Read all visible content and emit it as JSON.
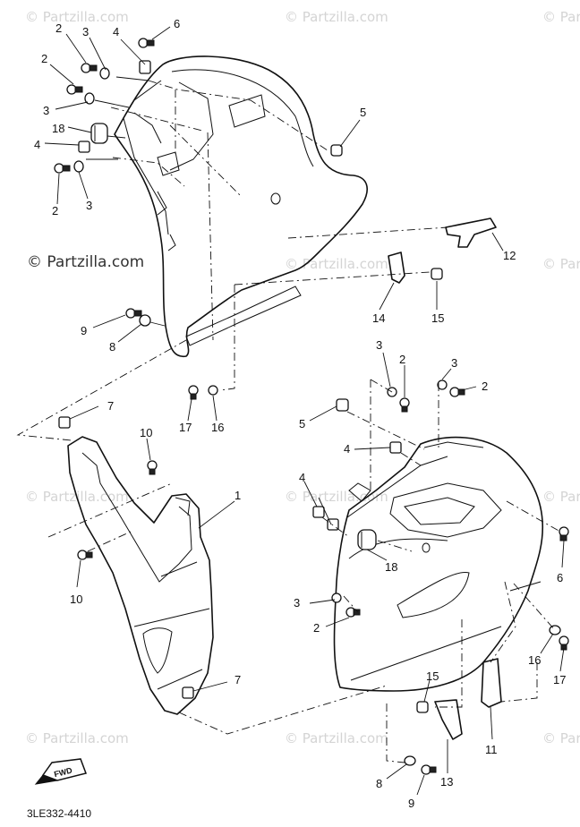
{
  "watermark": {
    "short": "© Partzilla.com",
    "big": "© Partzilla.com"
  },
  "callouts": {
    "c6a": "6",
    "c2a": "2",
    "c3a": "3",
    "c4a": "4",
    "c2b": "2",
    "c3b": "3",
    "c18a": "18",
    "c4b": "4",
    "c2c": "2",
    "c3c": "3",
    "c5a": "5",
    "c12": "12",
    "c14": "14",
    "c15a": "15",
    "c9a": "9",
    "c8a": "8",
    "c17a": "17",
    "c16a": "16",
    "c7a": "7",
    "c10a": "10",
    "c1": "1",
    "c10b": "10",
    "c7b": "7",
    "c3d": "3",
    "c2d": "2",
    "c3e": "3",
    "c2e": "2",
    "c5b": "5",
    "c4c": "4",
    "c4d": "4",
    "c18b": "18",
    "c6b": "6",
    "c3f": "3",
    "c2f": "2",
    "c16b": "16",
    "c17b": "17",
    "c15b": "15",
    "c11": "11",
    "c13": "13",
    "c8b": "8",
    "c9b": "9"
  },
  "fwd_label": "FWD",
  "diagram_code": "3LE332-4410",
  "colors": {
    "line": "#111111",
    "watermark": "#d4d4d4",
    "background": "#ffffff"
  }
}
